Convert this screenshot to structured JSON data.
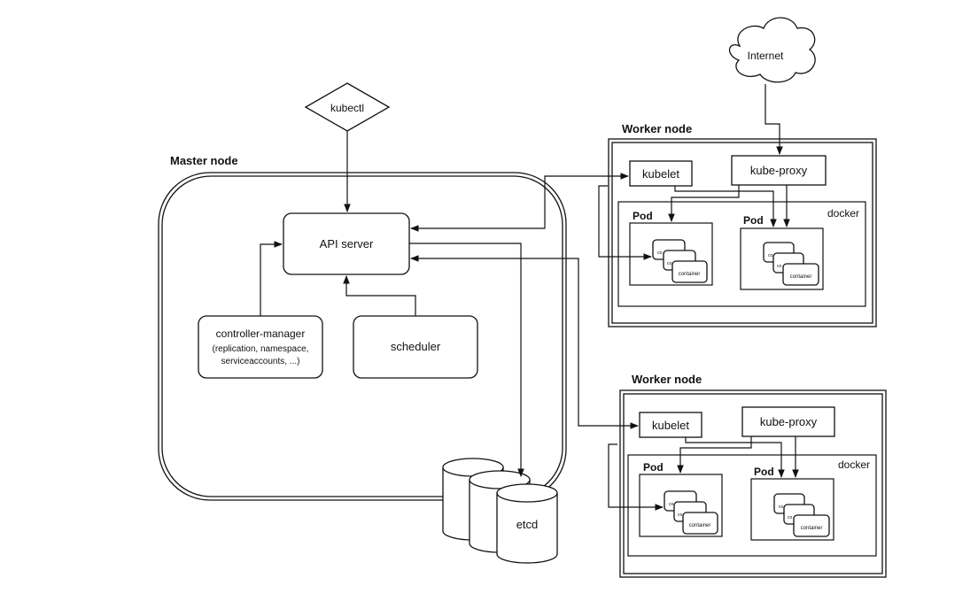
{
  "labels": {
    "master_node": "Master node",
    "kubectl": "kubectl",
    "api_server": "API server",
    "controller_manager": "controller-manager",
    "controller_manager_detail_1": "(replication, namespace,",
    "controller_manager_detail_2": "serviceaccounts, ...)",
    "scheduler": "scheduler",
    "etcd": "etcd",
    "internet": "Internet"
  },
  "worker_nodes": [
    {
      "title": "Worker node",
      "kubelet": "kubelet",
      "kube_proxy": "kube-proxy",
      "docker": "docker",
      "pods": [
        {
          "label": "Pod",
          "container": "container"
        },
        {
          "label": "Pod",
          "container": "container"
        }
      ]
    },
    {
      "title": "Worker node",
      "kubelet": "kubelet",
      "kube_proxy": "kube-proxy",
      "docker": "docker",
      "pods": [
        {
          "label": "Pod",
          "container": "container"
        },
        {
          "label": "Pod",
          "container": "container"
        }
      ]
    }
  ]
}
